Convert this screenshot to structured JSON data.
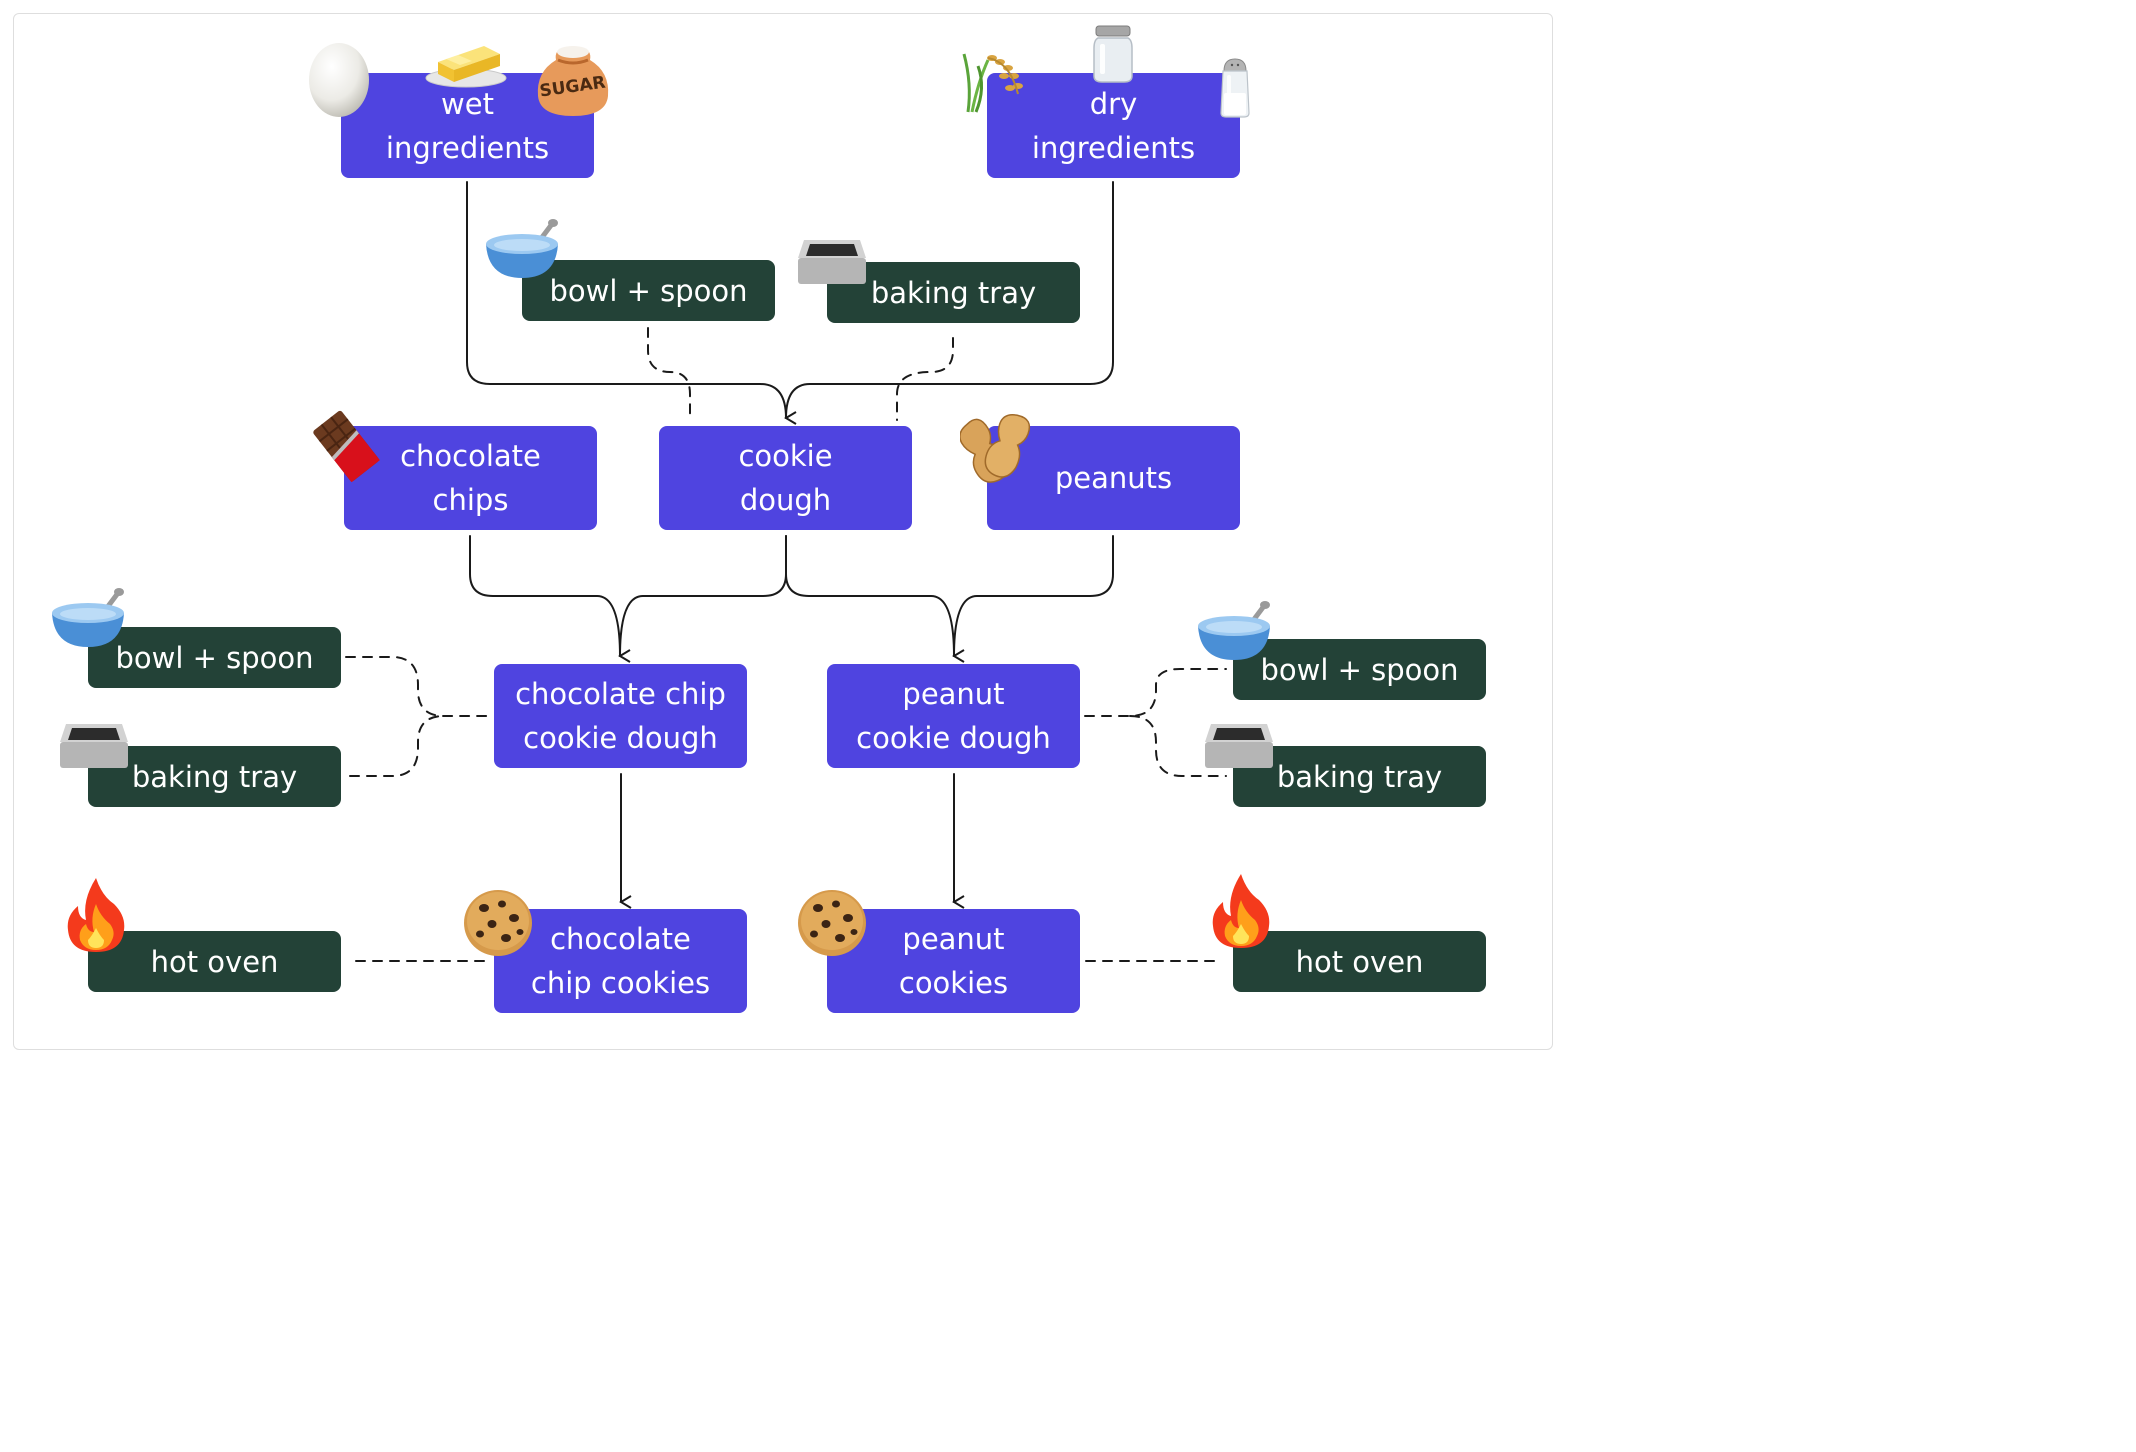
{
  "nodes": {
    "wet_ingredients": "wet\ningredients",
    "dry_ingredients": "dry\ningredients",
    "bowl_spoon_top": "bowl + spoon",
    "baking_tray_top": "baking tray",
    "chocolate_chips": "chocolate\nchips",
    "cookie_dough": "cookie\ndough",
    "peanuts": "peanuts",
    "bowl_spoon_left": "bowl + spoon",
    "baking_tray_left": "baking tray",
    "choc_chip_dough": "chocolate chip\ncookie dough",
    "peanut_dough": "peanut\ncookie dough",
    "bowl_spoon_right": "bowl + spoon",
    "baking_tray_right": "baking tray",
    "hot_oven_left": "hot oven",
    "choc_chip_cookies": "chocolate\nchip cookies",
    "peanut_cookies": "peanut\ncookies",
    "hot_oven_right": "hot oven"
  },
  "icons": {
    "sugar_label": "SUGAR"
  },
  "colors": {
    "step": "#4f44e0",
    "tool": "#234237",
    "line": "#1a1a1a"
  }
}
